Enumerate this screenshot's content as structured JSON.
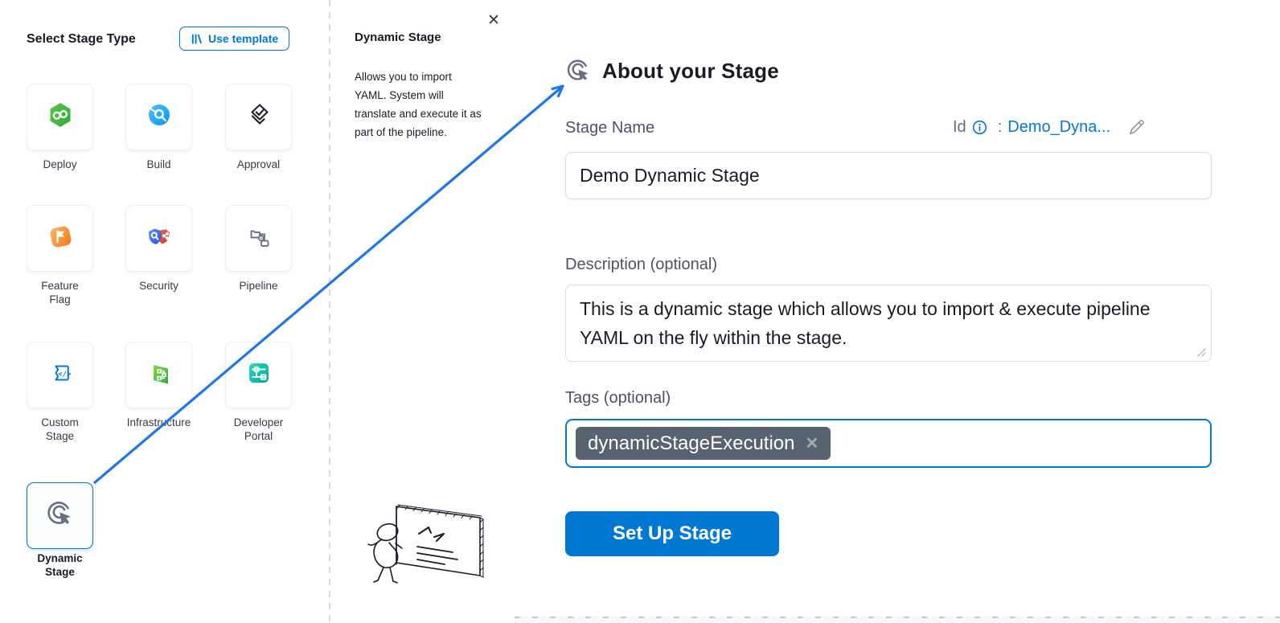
{
  "left_panel": {
    "title": "Select Stage Type",
    "use_template_button": "Use template",
    "stage_types": [
      {
        "label": "Deploy",
        "icon": "deploy-icon"
      },
      {
        "label": "Build",
        "icon": "build-icon"
      },
      {
        "label": "Approval",
        "icon": "approval-icon"
      },
      {
        "label": "Feature\nFlag",
        "icon": "feature-flag-icon"
      },
      {
        "label": "Security",
        "icon": "security-icon"
      },
      {
        "label": "Pipeline",
        "icon": "pipeline-icon"
      },
      {
        "label": "Custom\nStage",
        "icon": "custom-stage-icon"
      },
      {
        "label": "Infrastructure",
        "icon": "infrastructure-icon"
      },
      {
        "label": "Developer\nPortal",
        "icon": "developer-portal-icon"
      },
      {
        "label": "Dynamic\nStage",
        "icon": "dynamic-stage-icon",
        "selected": true
      }
    ]
  },
  "help_panel": {
    "title": "Dynamic Stage",
    "description": "Allows you to import YAML. System will translate and execute it as part of the pipeline.",
    "close_glyph": "✕"
  },
  "form_panel": {
    "title": "About your Stage",
    "stage_name_label": "Stage Name",
    "id_label": "Id",
    "id_colon": ":",
    "id_value": "Demo_Dyna...",
    "stage_name_value": "Demo Dynamic Stage",
    "description_label": "Description (optional)",
    "description_value": "This is a dynamic stage which allows you to import & execute pipeline YAML on the fly within the stage.",
    "tags_label": "Tags (optional)",
    "tags": [
      {
        "label": "dynamicStageExecution",
        "remove_glyph": "✕"
      }
    ],
    "submit_button": "Set Up Stage"
  },
  "colors": {
    "accent_blue": "#0278d5",
    "arrow_blue": "#1f76ec",
    "chip_gray": "#586370",
    "slate_icon": "#6b6d85",
    "border_gray": "#d9dae5"
  }
}
